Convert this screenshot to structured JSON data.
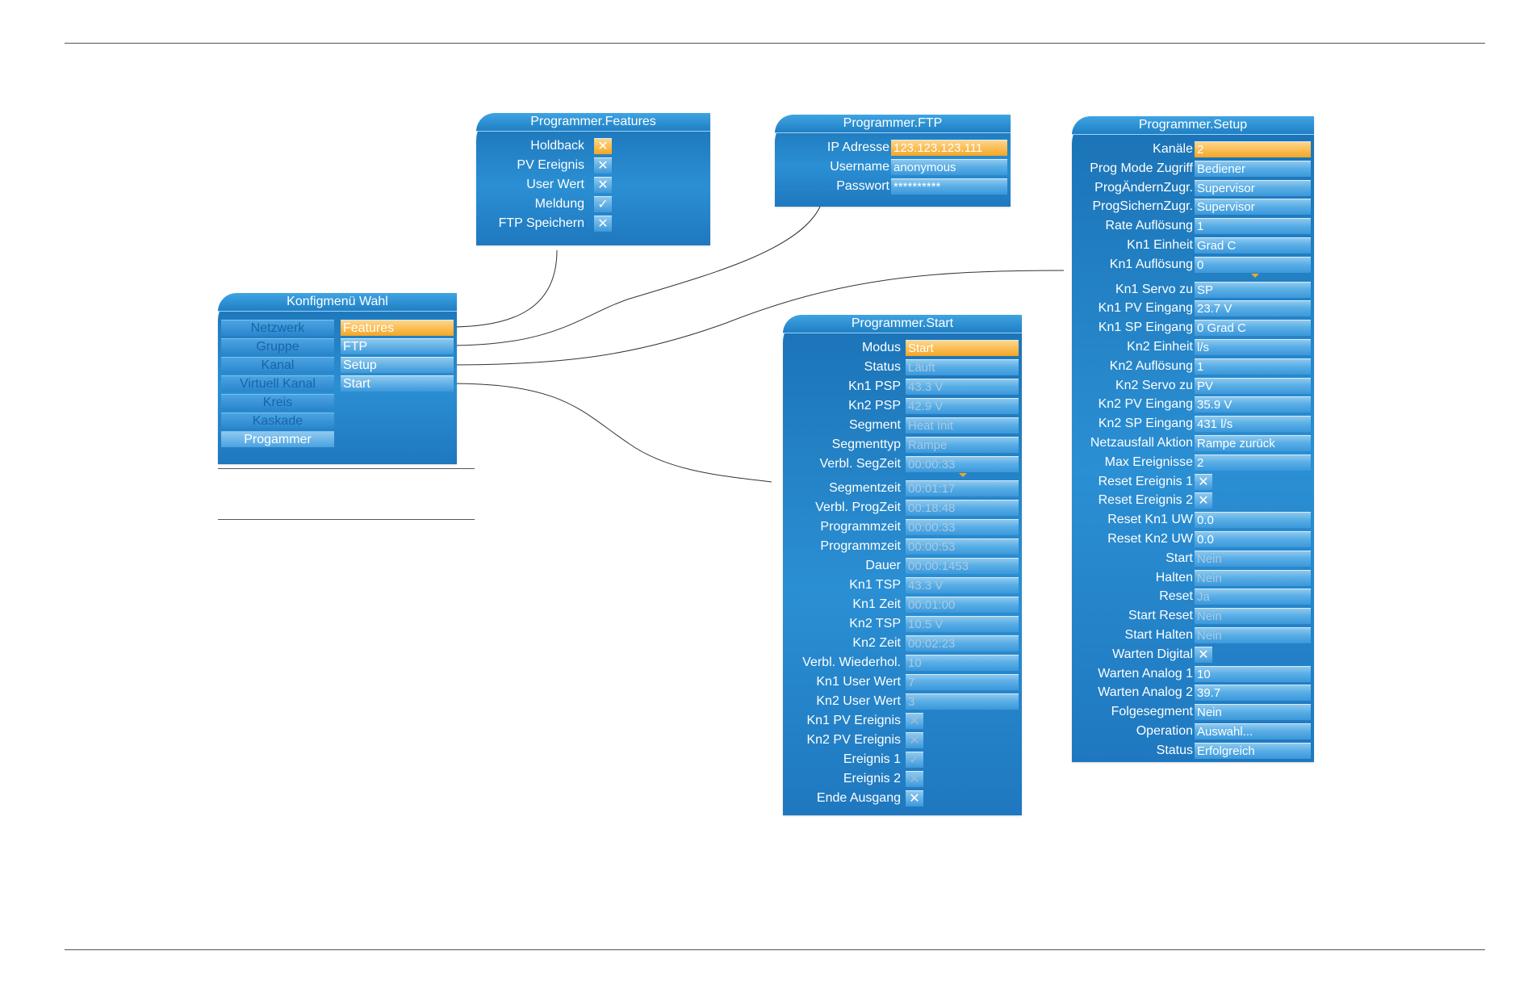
{
  "konfig": {
    "title": "Konfigmenü Wahl",
    "left_items": [
      "Netzwerk",
      "Gruppe",
      "Kanal",
      "Virtuell Kanal",
      "Kreis",
      "Kaskade",
      "Progammer"
    ],
    "right_items": [
      "Features",
      "FTP",
      "Setup",
      "Start"
    ]
  },
  "features": {
    "title": "Programmer.Features",
    "rows": [
      {
        "label": "Holdback",
        "mark": "✕"
      },
      {
        "label": "PV Ereignis",
        "mark": "✕"
      },
      {
        "label": "User Wert",
        "mark": "✕"
      },
      {
        "label": "Meldung",
        "mark": "✓"
      },
      {
        "label": "FTP Speichern",
        "mark": "✕"
      }
    ]
  },
  "ftp": {
    "title": "Programmer.FTP",
    "rows": [
      {
        "label": "IP Adresse",
        "value": "123.123.123.111"
      },
      {
        "label": "Username",
        "value": "anonymous"
      },
      {
        "label": "Passwort",
        "value": "**********"
      }
    ]
  },
  "start": {
    "title": "Programmer.Start",
    "rows": [
      {
        "label": "Modus",
        "value": "Start"
      },
      {
        "label": "Status",
        "value": "Läuft"
      },
      {
        "label": "Kn1 PSP",
        "value": "43.3 V"
      },
      {
        "label": "Kn2 PSP",
        "value": "42.9 V"
      },
      {
        "label": "Segment",
        "value": "Heat Init"
      },
      {
        "label": "Segmenttyp",
        "value": "Rampe"
      },
      {
        "label": "Verbl. SegZeit",
        "value": "00:00:33"
      },
      {
        "label": "Segmentzeit",
        "value": "00:01:17"
      },
      {
        "label": "Verbl. ProgZeit",
        "value": "00:18:48"
      },
      {
        "label": "Programmzeit",
        "value": "00:00:33"
      },
      {
        "label": "Programmzeit",
        "value": "00:00:53"
      },
      {
        "label": "Dauer",
        "value": "00:00:1453"
      },
      {
        "label": "Kn1 TSP",
        "value": "43.3 V"
      },
      {
        "label": "Kn1 Zeit",
        "value": "00:01:00"
      },
      {
        "label": "Kn2 TSP",
        "value": "10.5 V"
      },
      {
        "label": "Kn2 Zeit",
        "value": "00:02:23"
      },
      {
        "label": "Verbl. Wiederhol.",
        "value": "10"
      },
      {
        "label": "Kn1 User Wert",
        "value": "7"
      },
      {
        "label": "Kn2 User Wert",
        "value": "3"
      },
      {
        "label": "Kn1 PV Ereignis",
        "mark": "✕"
      },
      {
        "label": "Kn2 PV Ereignis",
        "mark": "✕"
      },
      {
        "label": "Ereignis 1",
        "mark": "✓"
      },
      {
        "label": "Ereignis 2",
        "mark": "✕"
      },
      {
        "label": "Ende Ausgang",
        "mark": "✕"
      }
    ]
  },
  "setup": {
    "title": "Programmer.Setup",
    "rows": [
      {
        "label": "Kanäle",
        "value": "2"
      },
      {
        "label": "Prog Mode Zugriff",
        "value": "Bediener"
      },
      {
        "label": "ProgÄndernZugr.",
        "value": "Supervisor"
      },
      {
        "label": "ProgSichernZugr.",
        "value": "Supervisor"
      },
      {
        "label": "Rate Auflösung",
        "value": "1"
      },
      {
        "label": "Kn1 Einheit",
        "value": "Grad C"
      },
      {
        "label": "Kn1 Auflösung",
        "value": "0"
      },
      {
        "label": "Kn1 Servo zu",
        "value": "SP"
      },
      {
        "label": "Kn1 PV Eingang",
        "value": "23.7 V"
      },
      {
        "label": "Kn1 SP Eingang",
        "value": "0 Grad C"
      },
      {
        "label": "Kn2 Einheit",
        "value": "l/s"
      },
      {
        "label": "Kn2 Auflösung",
        "value": "1"
      },
      {
        "label": "Kn2 Servo zu",
        "value": "PV"
      },
      {
        "label": "Kn2 PV Eingang",
        "value": "35.9 V"
      },
      {
        "label": "Kn2 SP Eingang",
        "value": "431 l/s"
      },
      {
        "label": "Netzausfall Aktion",
        "value": "Rampe zurück"
      },
      {
        "label": "Max Ereignisse",
        "value": "2"
      },
      {
        "label": "Reset Ereignis 1",
        "mark": "✕"
      },
      {
        "label": "Reset Ereignis 2",
        "mark": "✕"
      },
      {
        "label": "Reset Kn1 UW",
        "value": "0.0"
      },
      {
        "label": "Reset Kn2 UW",
        "value": "0.0"
      },
      {
        "label": "Start",
        "value": "Nein"
      },
      {
        "label": "Halten",
        "value": "Nein"
      },
      {
        "label": "Reset",
        "value": "Ja"
      },
      {
        "label": "Start Reset",
        "value": "Nein"
      },
      {
        "label": "Start Halten",
        "value": "Nein"
      },
      {
        "label": "Warten Digital",
        "mark": "✕"
      },
      {
        "label": "Warten Analog 1",
        "value": "10"
      },
      {
        "label": "Warten Analog 2",
        "value": "39.7"
      },
      {
        "label": "Folgesegment",
        "value": "Nein"
      },
      {
        "label": "Operation",
        "value": "Auswahl..."
      },
      {
        "label": "Status",
        "value": "Erfolgreich"
      }
    ]
  }
}
